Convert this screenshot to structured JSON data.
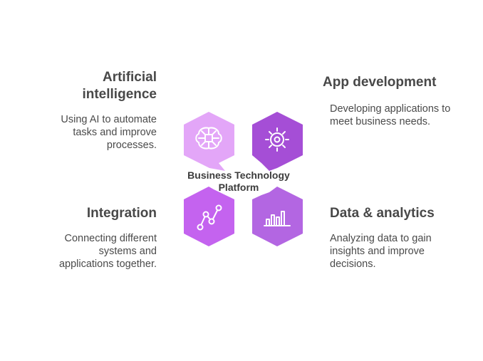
{
  "center_label": "Business Technology Platform",
  "quadrants": {
    "top_left": {
      "title": "Artificial intelligence",
      "description": "Using AI to automate tasks and improve processes.",
      "icon": "brain-chip-icon",
      "color": "#e3a6f8"
    },
    "top_right": {
      "title": "App development",
      "description": "Developing applications to meet business needs.",
      "icon": "gear-icon",
      "color": "#a54ed6"
    },
    "bottom_left": {
      "title": "Integration",
      "description": "Connecting different systems and applications together.",
      "icon": "connected-nodes-icon",
      "color": "#c463ef"
    },
    "bottom_right": {
      "title": "Data & analytics",
      "description": "Analyzing data to gain insights and improve decisions.",
      "icon": "bar-chart-icon",
      "color": "#b366e2"
    }
  }
}
